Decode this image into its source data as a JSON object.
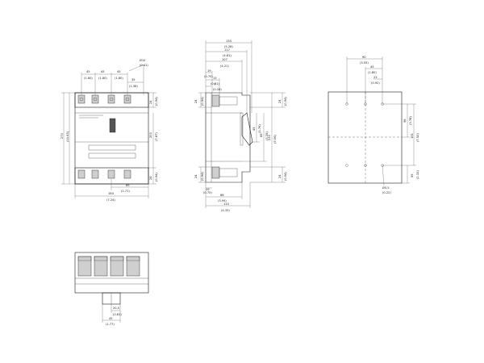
{
  "front_view": {
    "hole_dia": "Ø10",
    "hole_dia_in": "(0.41)",
    "pole_pitch_1": "45",
    "pole_pitch_1_in": "(1.80)",
    "pole_pitch_2": "45",
    "pole_pitch_2_in": "(1.80)",
    "pole_pitch_3": "45",
    "pole_pitch_3_in": "(1.80)",
    "pole_offset": "35",
    "pole_offset_in": "(1.38)",
    "terminal_height_top": "24",
    "terminal_height_top_in": "(0.94)",
    "terminal_height_bottom": "24",
    "terminal_height_bottom_in": "(0.94)",
    "overall_height": "270",
    "overall_height_in": "(10.63)",
    "mid_height": "200",
    "mid_height_in": "(7.87)",
    "centre_offset": "69",
    "centre_offset_in": "(2.71)",
    "overall_width": "184",
    "overall_width_in": "(7.24)"
  },
  "side_view": {
    "depth_total": "134",
    "depth_total_in": "(5.28)",
    "depth_2": "117",
    "depth_2_in": "(4.61)",
    "depth_3": "107",
    "depth_3_in": "(4.21)",
    "d_a": "19",
    "d_a_in": "(0.75)",
    "d_b": "13",
    "d_b_in": "(0.51)",
    "d_c": "7",
    "d_c_in": "(0.28)",
    "top_term": "24",
    "top_term_in": "(0.94)",
    "handle_h": "45",
    "handle_h_in": "(1.76)",
    "handle_h2": "85",
    "handle_h2_in": "(3.35)",
    "total_h": "230",
    "total_h_in": "(9.06)",
    "top_term_r": "24",
    "top_term_r_in": "(0.94)",
    "bottom_term": "24",
    "bottom_term_in": "(0.94)",
    "bottom_term_r": "24",
    "bottom_term_r_in": "(0.94)",
    "bot_a": "19",
    "bot_a_in": "(0.75)",
    "bot_b": "86",
    "bot_b_in": "(3.94)",
    "bot_c": "110",
    "bot_c_in": "(4.33)"
  },
  "drill_view": {
    "w_a": "90",
    "w_a_in": "(3.55)",
    "w_b": "45",
    "w_b_in": "(1.80)",
    "w_c": "23",
    "w_c_in": "(0.92)",
    "h_a": "96",
    "h_a_in": "(3.78)",
    "h_total": "191",
    "h_total_in": "(7.52)",
    "h_b": "59",
    "h_b_in": "(2.32)",
    "hole": "Ø5.5",
    "hole_in": "(0.22)"
  },
  "bottom_view": {
    "dim_a": "20.5",
    "dim_a_in": "(0.81)",
    "dim_b": "45",
    "dim_b_in": "(1.77)"
  }
}
